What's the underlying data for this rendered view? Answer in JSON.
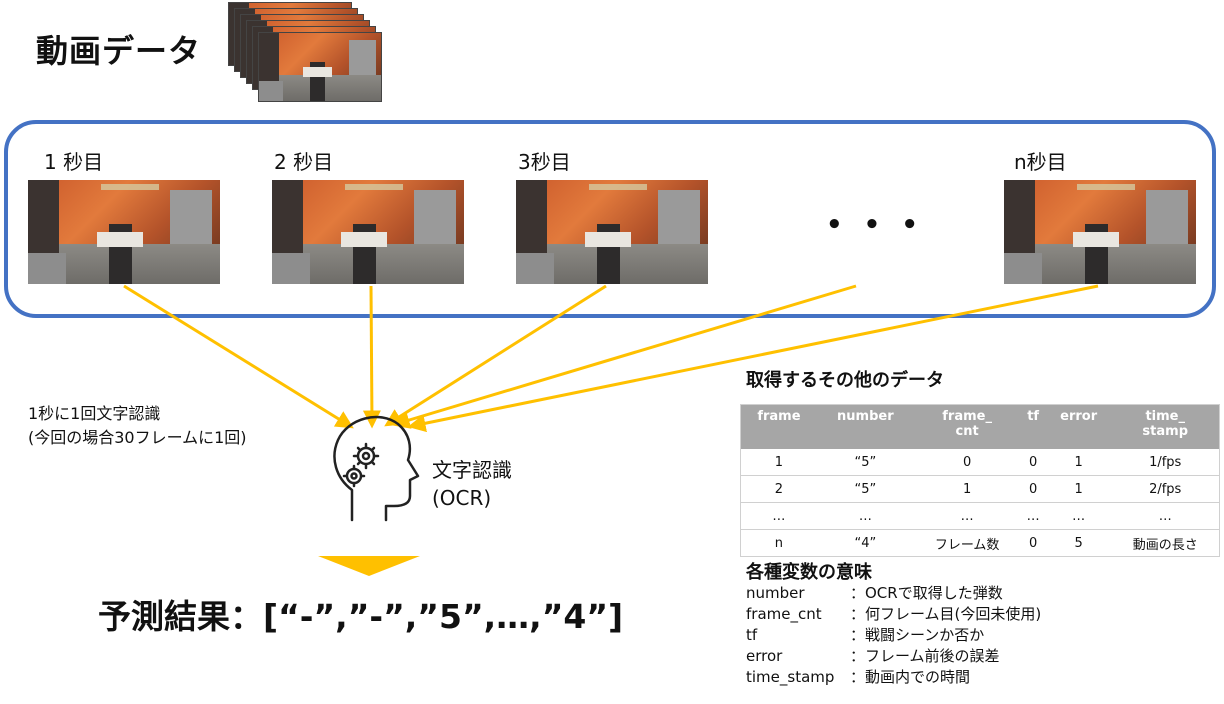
{
  "header": {
    "title": "動画データ"
  },
  "frames": [
    {
      "label": "1 秒目"
    },
    {
      "label": "2 秒目"
    },
    {
      "label": "3秒目"
    },
    {
      "label": "n秒目"
    }
  ],
  "ellipsis": "• • •",
  "ocr_note": {
    "line1": "1秒に1回文字認識",
    "line2": "(今回の場合30フレームに1回)"
  },
  "ocr_label": {
    "line1": "文字認識",
    "line2": "(OCR)"
  },
  "result": "予測結果：[“-”,”-”,”5”,…,”4”]",
  "other_data": {
    "title": "取得するその他のデータ",
    "columns": [
      {
        "line1": "frame",
        "line2": ""
      },
      {
        "line1": "number",
        "line2": ""
      },
      {
        "line1": "frame_",
        "line2": "cnt"
      },
      {
        "line1": "tf",
        "line2": ""
      },
      {
        "line1": "error",
        "line2": ""
      },
      {
        "line1": "time_",
        "line2": "stamp"
      }
    ],
    "rows": [
      [
        "1",
        "“5”",
        "0",
        "0",
        "1",
        "1/fps"
      ],
      [
        "2",
        "“5”",
        "1",
        "0",
        "1",
        "2/fps"
      ],
      [
        "…",
        "…",
        "…",
        "…",
        "…",
        "…"
      ],
      [
        "n",
        "“4”",
        "フレーム数",
        "0",
        "5",
        "動画の長さ"
      ]
    ]
  },
  "variables": {
    "title": "各種変数の意味",
    "items": [
      {
        "key": "number",
        "desc": "：OCRで取得した弾数"
      },
      {
        "key": "frame_cnt",
        "desc": "：何フレーム目(今回未使用)"
      },
      {
        "key": "tf",
        "desc": "：戦闘シーンか否か"
      },
      {
        "key": "error",
        "desc": "：フレーム前後の誤差"
      },
      {
        "key": "time_stamp",
        "desc": "：動画内での時間"
      }
    ]
  },
  "colors": {
    "panel_border": "#4472c4",
    "arrow": "#ffc000",
    "table_header": "#a6a6a6"
  },
  "icons": {
    "ocr": "head-with-gears-icon",
    "result_arrow": "down-triangle-icon"
  }
}
